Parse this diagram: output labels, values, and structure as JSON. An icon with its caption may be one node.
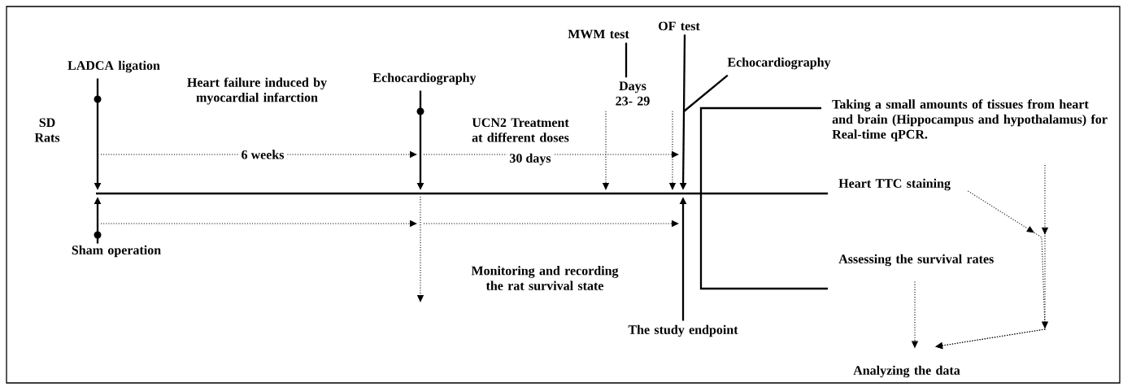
{
  "diagram": {
    "nodes": [
      {
        "text": [
          "LADCA ligation"
        ]
      },
      {
        "text": [
          "Heart failure induced by myocardial infarction"
        ]
      },
      {
        "text": [
          "Echocardiography"
        ]
      },
      {
        "text": [
          "UCN2 Treatment at different doses"
        ]
      },
      {
        "text": [
          "MWM test"
        ]
      },
      {
        "text": [
          "Days 23- 29"
        ]
      },
      {
        "text": [
          "OF test"
        ]
      },
      {
        "text": [
          "Echocardiography"
        ]
      },
      {
        "text": [
          "SD Rats"
        ]
      },
      {
        "text": [
          "Sham operation"
        ]
      },
      {
        "text": [
          "Monitoring and recording the rat survival state"
        ]
      },
      {
        "text": [
          "The study endpoint"
        ]
      },
      {
        "text": [
          "Taking a small amounts of tissues from heart and brain (Hippocampus and hypothalamus) for Real-time qPCR."
        ]
      },
      {
        "text": [
          "Heart TTC staining"
        ]
      },
      {
        "text": [
          "Assessing the survival rates"
        ]
      },
      {
        "text": [
          "Analyzing the data"
        ]
      }
    ],
    "edges": [
      {
        "from": 0,
        "to": null,
        "arrow": "to"
      },
      {
        "from": 9,
        "to": null,
        "arrow": "to"
      },
      {
        "from": 2,
        "to": null,
        "arrow": "to"
      },
      {
        "from": 4,
        "to": 5,
        "arrow": "none"
      },
      {
        "from": 5,
        "to": null,
        "arrow": "to",
        "style": "dashed"
      },
      {
        "from": 5,
        "to": null,
        "arrow": "to",
        "style": "dashed"
      },
      {
        "from": 6,
        "to": null,
        "arrow": "to"
      },
      {
        "from": 11,
        "to": null,
        "arrow": "to"
      },
      {
        "from": 7,
        "to": null,
        "arrow": "none"
      },
      {
        "from": null,
        "to": 12,
        "arrow": "none"
      },
      {
        "from": null,
        "to": 13,
        "arrow": "none"
      },
      {
        "from": null,
        "to": 14,
        "arrow": "none"
      },
      {
        "from": 12,
        "to": 15,
        "arrow": "to",
        "style": "dashed"
      },
      {
        "from": 13,
        "to": 15,
        "arrow": "to",
        "style": "dashed"
      },
      {
        "from": 14,
        "to": 15,
        "arrow": "to",
        "style": "dashed"
      }
    ],
    "labels": [
      "6 weeks",
      "30 days"
    ]
  }
}
